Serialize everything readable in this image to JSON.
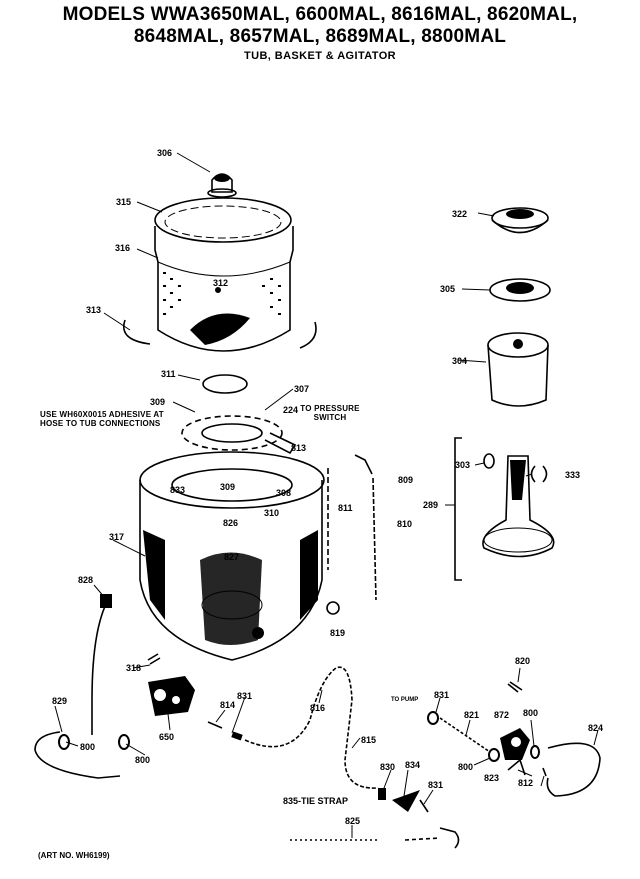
{
  "header": {
    "models_line1": "MODELS WWA3650MAL, 6600MAL, 8616MAL, 8620MAL,",
    "models_line2": "8648MAL, 8657MAL, 8689MAL, 8800MAL",
    "subtitle": "TUB, BASKET & AGITATOR"
  },
  "notes": {
    "adhesive": "USE WH60X0015 ADHESIVE AT HOSE TO TUB CONNECTIONS",
    "pressure_switch": "TO PRESSURE SWITCH",
    "tie_strap": "835-TIE STRAP",
    "to_pump": "TO PUMP",
    "art_no": "(ART NO. WH6199)"
  },
  "part_numbers": {
    "p306": "306",
    "p315": "315",
    "p316": "316",
    "p312": "312",
    "p313": "313",
    "p311": "311",
    "p309a": "309",
    "p307": "307",
    "p224": "224",
    "p813": "813",
    "p833": "833",
    "p309b": "309",
    "p308": "308",
    "p310": "310",
    "p826": "826",
    "p317": "317",
    "p827": "827",
    "p828": "828",
    "p819": "819",
    "p318": "318",
    "p829": "829",
    "p800a": "800",
    "p800b": "800",
    "p650": "650",
    "p831a": "831",
    "p814": "814",
    "p816": "816",
    "p815": "815",
    "p830": "830",
    "p834": "834",
    "p831b": "831",
    "p825": "825",
    "p811": "811",
    "p809": "809",
    "p810": "810",
    "p322": "322",
    "p305": "305",
    "p304": "304",
    "p303": "303",
    "p333": "333",
    "p289": "289",
    "p820": "820",
    "p831c": "831",
    "p821": "821",
    "p872": "872",
    "p800c": "800",
    "p800d": "800",
    "p823": "823",
    "p812": "812",
    "p824": "824"
  }
}
